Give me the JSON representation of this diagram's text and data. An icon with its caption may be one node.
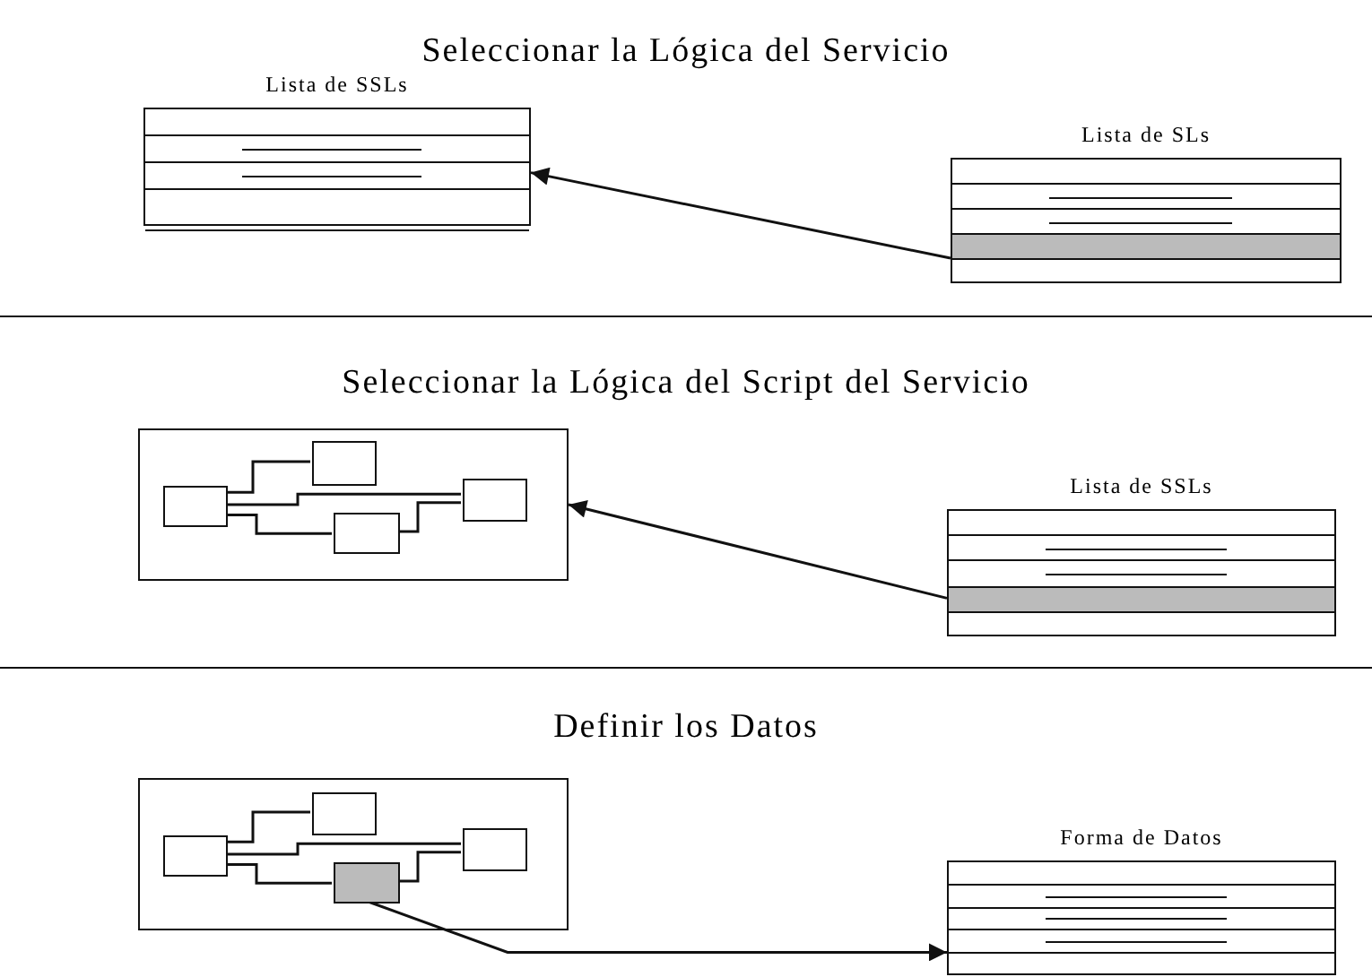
{
  "diagram": {
    "nodes": [
      {
        "text": [
          "Lista de SSLs"
        ]
      },
      {
        "text": [
          "Lista de SLs"
        ]
      },
      {
        "text": [],
        "shape": "box"
      },
      {
        "text": [],
        "shape": "box",
        "in": 2
      },
      {
        "text": [],
        "shape": "box",
        "in": 2
      },
      {
        "text": [],
        "shape": "box",
        "in": 2
      },
      {
        "text": [],
        "shape": "box",
        "in": 2
      },
      {
        "text": [
          "Lista de SSLs"
        ]
      },
      {
        "text": [],
        "shape": "box"
      },
      {
        "text": [],
        "shape": "box",
        "in": 8
      },
      {
        "text": [],
        "shape": "box",
        "in": 8
      },
      {
        "text": [],
        "shape": "box",
        "in": 8
      },
      {
        "text": [],
        "shape": "box",
        "in": 8
      },
      {
        "text": [
          "Forma de Datos"
        ]
      }
    ],
    "edges": [
      {
        "from": 1,
        "to": 0,
        "arrow": "to"
      },
      {
        "from": 3,
        "to": 4,
        "arrow": "none"
      },
      {
        "from": 3,
        "to": 6,
        "arrow": "none"
      },
      {
        "from": 3,
        "to": 5,
        "arrow": "none"
      },
      {
        "from": 5,
        "to": 6,
        "arrow": "none"
      },
      {
        "from": 7,
        "to": 2,
        "arrow": "to"
      },
      {
        "from": 9,
        "to": 10,
        "arrow": "none"
      },
      {
        "from": 9,
        "to": 12,
        "arrow": "none"
      },
      {
        "from": 9,
        "to": 11,
        "arrow": "none"
      },
      {
        "from": 11,
        "to": 12,
        "arrow": "none"
      },
      {
        "from": 11,
        "to": 13,
        "arrow": "to"
      }
    ],
    "labels": [
      "Seleccionar la Lógica del Servicio",
      "Seleccionar la Lógica del Script del Servicio",
      "Definir los Datos"
    ]
  }
}
